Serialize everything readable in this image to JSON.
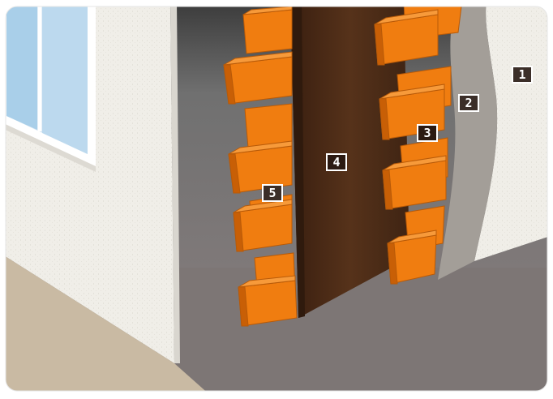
{
  "labels": {
    "l1": "1",
    "l2": "2",
    "l3": "3",
    "l4": "4",
    "l5": "5"
  },
  "colors": {
    "plaster": "#f1efea",
    "wall_shadow": "#6b6b6b",
    "ground": "#7d7675",
    "ground_left": "#c7b9a3",
    "brick": "#f07d10",
    "brick_top": "#f79a3a",
    "brick_shade": "#c85f06",
    "insulation": "#4a2a16",
    "render_layer": "#a29d97",
    "label_bg": "#3b2e28"
  }
}
